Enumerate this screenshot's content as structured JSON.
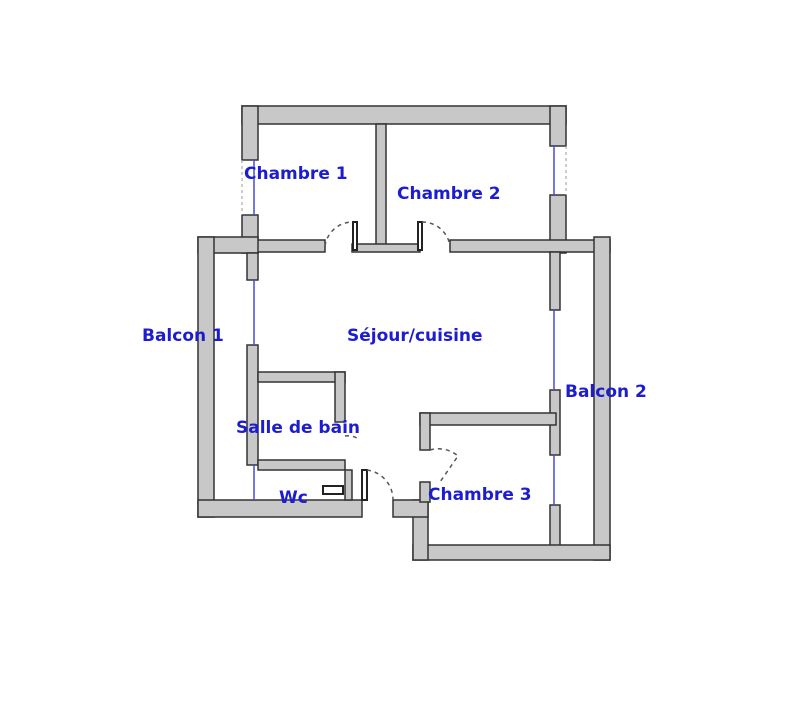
{
  "rooms": {
    "chambre1": "Chambre 1",
    "chambre2": "Chambre 2",
    "balcon1": "Balcon 1",
    "sejour": "Séjour/cuisine",
    "balcon2": "Balcon 2",
    "salle_de_bain": "Salle de bain",
    "wc": "Wc",
    "chambre3": "Chambre 3"
  },
  "colors": {
    "label": "#1c1cd0",
    "wall": "#c8c8c8",
    "window": "#4a4ad8"
  }
}
